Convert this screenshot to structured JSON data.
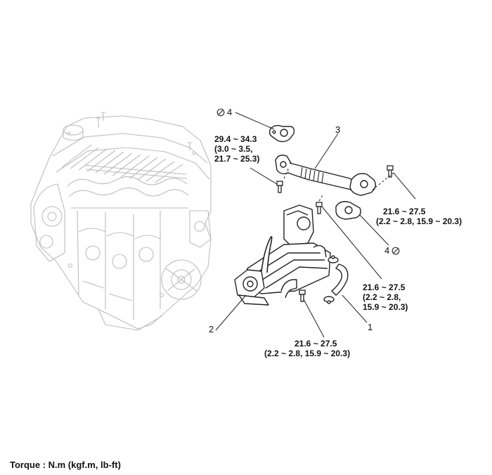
{
  "torque_specs": {
    "exhaust_pipe_bolt": {
      "line1": "29.4 ~ 34.3",
      "line2": "(3.0 ~ 3.5,",
      "line3": "21.7 ~ 25.3)"
    },
    "pipe_flange_bolt": {
      "line1": "21.6 ~ 27.5",
      "line2": "(2.2 ~ 2.8, 15.9 ~ 20.3)"
    },
    "module_upper_bolt": {
      "line1": "21.6 ~ 27.5",
      "line2": "(2.2 ~ 2.8,",
      "line3": "15.9 ~ 20.3)"
    },
    "module_lower_bolt": {
      "line1": "21.6 ~ 27.5",
      "line2": "(2.2 ~ 2.8, 15.9 ~ 20.3)"
    }
  },
  "callouts": {
    "c1": "1",
    "c2": "2",
    "c3": "3",
    "c4_top": "4",
    "c4_right": "4"
  },
  "caption": "Torque : N.m (kgf.m, lb-ft)"
}
